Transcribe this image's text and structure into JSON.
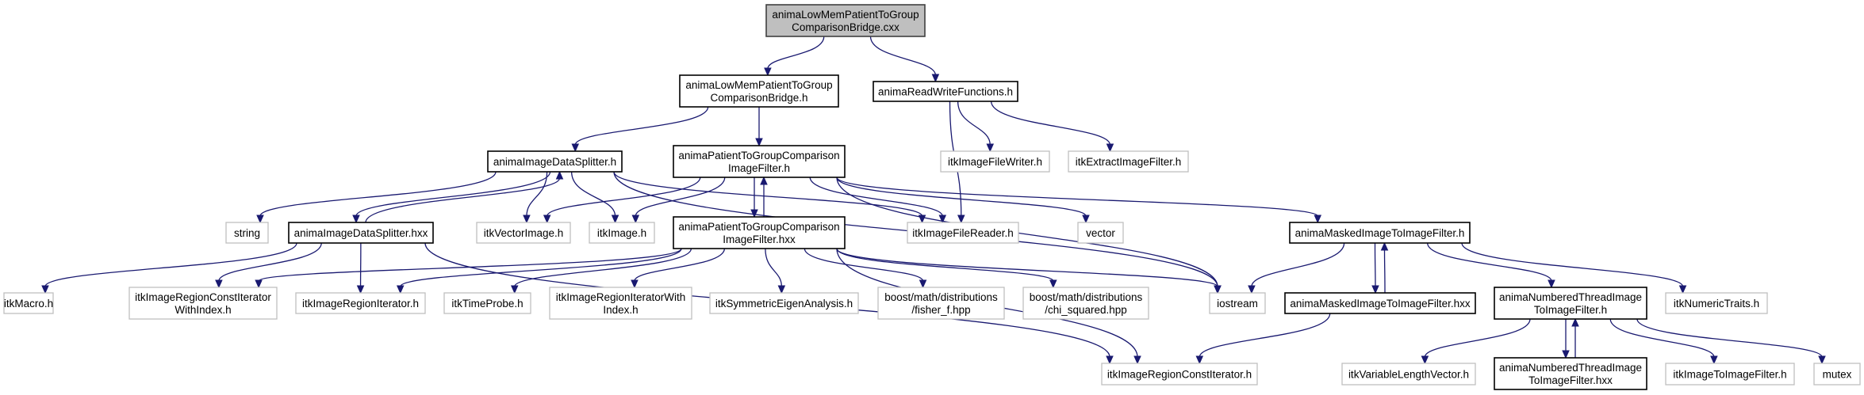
{
  "colors": {
    "edge": "#191970",
    "root_fill": "#bfbfbf",
    "external_border": "#bfbfbf",
    "documented_border": "#000000"
  },
  "nodes": [
    {
      "id": "root",
      "kind": "root",
      "lines": [
        "animaLowMemPatientToGroup",
        "ComparisonBridge.cxx"
      ]
    },
    {
      "id": "bridge_h",
      "kind": "doc",
      "lines": [
        "animaLowMemPatientToGroup",
        "ComparisonBridge.h"
      ]
    },
    {
      "id": "readwrite",
      "kind": "doc",
      "lines": [
        "animaReadWriteFunctions.h"
      ]
    },
    {
      "id": "writer",
      "kind": "ext",
      "lines": [
        "itkImageFileWriter.h"
      ]
    },
    {
      "id": "extract",
      "kind": "ext",
      "lines": [
        "itkExtractImageFilter.h"
      ]
    },
    {
      "id": "ds_h",
      "kind": "doc",
      "lines": [
        "animaImageDataSplitter.h"
      ]
    },
    {
      "id": "ptgc_h",
      "kind": "doc",
      "lines": [
        "animaPatientToGroupComparison",
        "ImageFilter.h"
      ]
    },
    {
      "id": "string",
      "kind": "ext",
      "lines": [
        "string"
      ]
    },
    {
      "id": "ds_hxx",
      "kind": "doc",
      "lines": [
        "animaImageDataSplitter.hxx"
      ]
    },
    {
      "id": "vecimg",
      "kind": "ext",
      "lines": [
        "itkVectorImage.h"
      ]
    },
    {
      "id": "itkimage",
      "kind": "ext",
      "lines": [
        "itkImage.h"
      ]
    },
    {
      "id": "ptgc_hxx",
      "kind": "doc",
      "lines": [
        "animaPatientToGroupComparison",
        "ImageFilter.hxx"
      ]
    },
    {
      "id": "reader",
      "kind": "ext",
      "lines": [
        "itkImageFileReader.h"
      ]
    },
    {
      "id": "vector",
      "kind": "ext",
      "lines": [
        "vector"
      ]
    },
    {
      "id": "masked_h",
      "kind": "doc",
      "lines": [
        "animaMaskedImageToImageFilter.h"
      ]
    },
    {
      "id": "macro",
      "kind": "ext",
      "lines": [
        "itkMacro.h"
      ]
    },
    {
      "id": "constiterwi",
      "kind": "ext",
      "lines": [
        "itkImageRegionConstIterator",
        "WithIndex.h"
      ]
    },
    {
      "id": "regioniter",
      "kind": "ext",
      "lines": [
        "itkImageRegionIterator.h"
      ]
    },
    {
      "id": "timeprobe",
      "kind": "ext",
      "lines": [
        "itkTimeProbe.h"
      ]
    },
    {
      "id": "regioniterwi",
      "kind": "ext",
      "lines": [
        "itkImageRegionIteratorWith",
        "Index.h"
      ]
    },
    {
      "id": "symeigen",
      "kind": "ext",
      "lines": [
        "itkSymmetricEigenAnalysis.h"
      ]
    },
    {
      "id": "fisher",
      "kind": "ext",
      "lines": [
        "boost/math/distributions",
        "/fisher_f.hpp"
      ]
    },
    {
      "id": "chi",
      "kind": "ext",
      "lines": [
        "boost/math/distributions",
        "/chi_squared.hpp"
      ]
    },
    {
      "id": "iostream",
      "kind": "ext",
      "lines": [
        "iostream"
      ]
    },
    {
      "id": "masked_hxx",
      "kind": "doc",
      "lines": [
        "animaMaskedImageToImageFilter.hxx"
      ]
    },
    {
      "id": "numbered_h",
      "kind": "doc",
      "lines": [
        "animaNumberedThreadImage",
        "ToImageFilter.h"
      ]
    },
    {
      "id": "numtraits",
      "kind": "ext",
      "lines": [
        "itkNumericTraits.h"
      ]
    },
    {
      "id": "constiter",
      "kind": "ext",
      "lines": [
        "itkImageRegionConstIterator.h"
      ]
    },
    {
      "id": "varlen",
      "kind": "ext",
      "lines": [
        "itkVariableLengthVector.h"
      ]
    },
    {
      "id": "numbered_hxx",
      "kind": "doc",
      "lines": [
        "animaNumberedThreadImage",
        "ToImageFilter.hxx"
      ]
    },
    {
      "id": "img2img",
      "kind": "ext",
      "lines": [
        "itkImageToImageFilter.h"
      ]
    },
    {
      "id": "mutex",
      "kind": "ext",
      "lines": [
        "mutex"
      ]
    }
  ],
  "edges": [
    [
      "root",
      "bridge_h"
    ],
    [
      "root",
      "readwrite"
    ],
    [
      "bridge_h",
      "ds_h"
    ],
    [
      "bridge_h",
      "ptgc_h"
    ],
    [
      "readwrite",
      "writer"
    ],
    [
      "readwrite",
      "extract"
    ],
    [
      "readwrite",
      "reader"
    ],
    [
      "ds_h",
      "string"
    ],
    [
      "ds_h",
      "ds_hxx"
    ],
    [
      "ds_h",
      "vecimg"
    ],
    [
      "ds_h",
      "itkimage"
    ],
    [
      "ds_h",
      "reader"
    ],
    [
      "ds_h",
      "iostream"
    ],
    [
      "ds_hxx",
      "ds_h"
    ],
    [
      "ds_hxx",
      "macro"
    ],
    [
      "ds_hxx",
      "constiterwi"
    ],
    [
      "ds_hxx",
      "regioniter"
    ],
    [
      "ds_hxx",
      "constiter"
    ],
    [
      "ptgc_h",
      "vecimg"
    ],
    [
      "ptgc_h",
      "itkimage"
    ],
    [
      "ptgc_h",
      "ptgc_hxx"
    ],
    [
      "ptgc_h",
      "reader"
    ],
    [
      "ptgc_h",
      "vector"
    ],
    [
      "ptgc_h",
      "masked_h"
    ],
    [
      "ptgc_h",
      "iostream"
    ],
    [
      "ptgc_hxx",
      "ptgc_h"
    ],
    [
      "ptgc_hxx",
      "constiterwi"
    ],
    [
      "ptgc_hxx",
      "regioniter"
    ],
    [
      "ptgc_hxx",
      "timeprobe"
    ],
    [
      "ptgc_hxx",
      "regioniterwi"
    ],
    [
      "ptgc_hxx",
      "symeigen"
    ],
    [
      "ptgc_hxx",
      "fisher"
    ],
    [
      "ptgc_hxx",
      "chi"
    ],
    [
      "ptgc_hxx",
      "iostream"
    ],
    [
      "ptgc_hxx",
      "constiter"
    ],
    [
      "masked_h",
      "iostream"
    ],
    [
      "masked_h",
      "masked_hxx"
    ],
    [
      "masked_h",
      "numbered_h"
    ],
    [
      "masked_h",
      "numtraits"
    ],
    [
      "masked_hxx",
      "masked_h"
    ],
    [
      "masked_hxx",
      "constiter"
    ],
    [
      "numbered_h",
      "varlen"
    ],
    [
      "numbered_h",
      "numbered_hxx"
    ],
    [
      "numbered_h",
      "img2img"
    ],
    [
      "numbered_h",
      "mutex"
    ],
    [
      "numbered_hxx",
      "numbered_h"
    ]
  ]
}
